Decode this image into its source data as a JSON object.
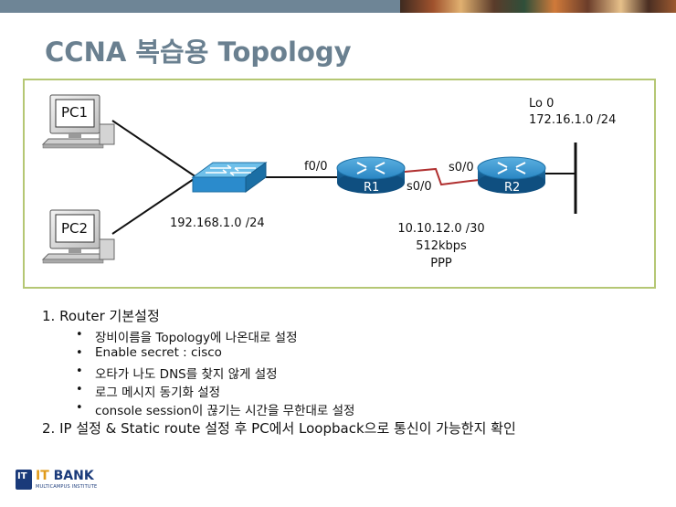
{
  "title": "CCNA 복습용 Topology",
  "diagram": {
    "nodes": {
      "pc1": "PC1",
      "pc2": "PC2",
      "r1": "R1",
      "r2": "R2"
    },
    "labels": {
      "lan_subnet": "192.168.1.0 /24",
      "r1_lan_interface": "f0/0",
      "r1_serial": "s0/0",
      "r2_serial": "s0/0",
      "wan_subnet": "10.10.12.0 /30",
      "wan_bandwidth": "512kbps",
      "wan_encapsulation": "PPP",
      "loopback_name": "Lo 0",
      "loopback_subnet": "172.16.1.0 /24"
    },
    "colors": {
      "frame": "#b5c774",
      "router": "#1e7db8",
      "serial_link": "#b03030"
    }
  },
  "tasks": {
    "task1": "1.  Router 기본설정",
    "subtasks": [
      "장비이름을 Topology에 나온대로 설정",
      "Enable secret : cisco",
      "오타가 나도 DNS를 찾지 않게 설정",
      "로그 메시지 동기화 설정",
      "console session이 끊기는 시간을 무한대로 설정"
    ],
    "bullet": "•",
    "task2": "2. IP 설정 & Static route 설정 후 PC에서 Loopback으로 통신이 가능한지 확인"
  },
  "logo": {
    "mark": "IT",
    "name_prefix": "IT",
    "name": " BANK",
    "subtitle": "MULTICAMPUS INSTITUTE"
  }
}
